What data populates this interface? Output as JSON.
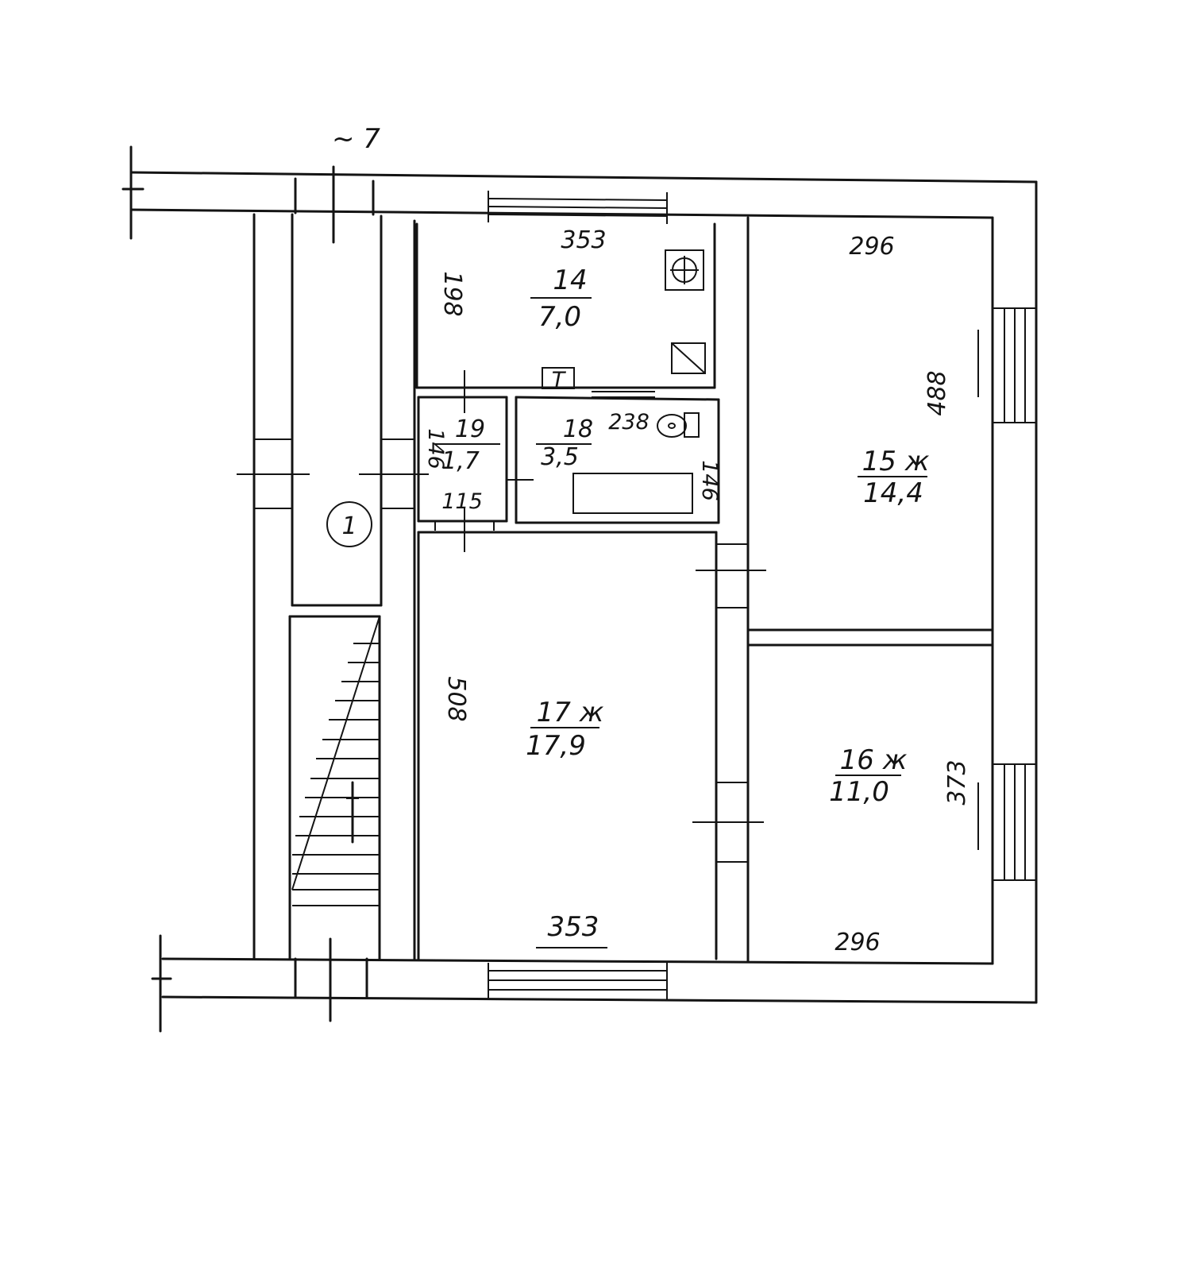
{
  "plan": {
    "axis_label": "~ 7",
    "stair_marker": "1",
    "rooms": [
      {
        "id": "14",
        "number": "14",
        "area": "7,0"
      },
      {
        "id": "15",
        "number": "15 ж",
        "area": "14,4"
      },
      {
        "id": "16",
        "number": "16 ж",
        "area": "11,0"
      },
      {
        "id": "17",
        "number": "17 ж",
        "area": "17,9"
      },
      {
        "id": "18",
        "number": "18",
        "area": "3,5"
      },
      {
        "id": "19",
        "number": "19",
        "area": "1,7"
      }
    ],
    "dimensions": {
      "r14_top": "353",
      "r14_left": "198",
      "r15_top": "296",
      "r15_right": "488",
      "r16_bottom": "296",
      "r16_right": "373",
      "r17_left": "508",
      "r17_bottom": "353",
      "r18_top": "238",
      "r18_right": "146",
      "r19_left": "146",
      "r19_bottom": "115"
    },
    "symbols": {
      "stove_icon": "stove-icon",
      "hood_icon": "vent-icon",
      "boiler_label": "Т",
      "toilet_icon": "toilet-icon",
      "bathtub_icon": "bathtub-icon"
    }
  }
}
